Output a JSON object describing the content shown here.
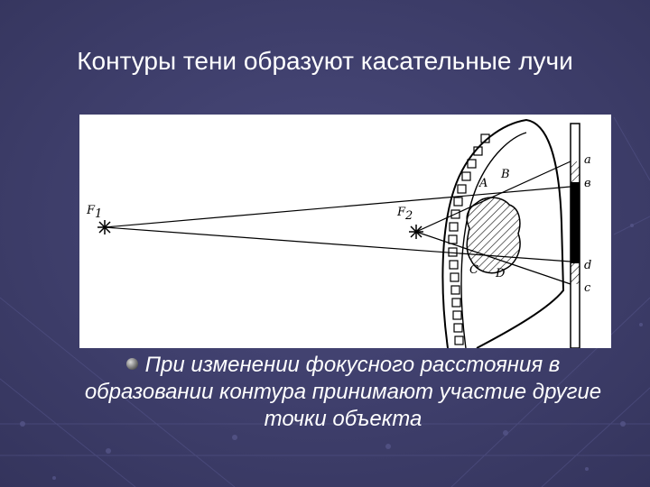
{
  "slide": {
    "title": "Контуры тени образуют касательные лучи",
    "bullet": "При изменении фокусного расстояния в образовании контура принимают участие другие точки объекта"
  },
  "figure": {
    "labels": {
      "f1": "F",
      "f1_sub": "1",
      "f2": "F",
      "f2_sub": "2",
      "a_upper": "A",
      "b_upper": "B",
      "c_upper": "C",
      "d_upper": "D",
      "a_lower": "a",
      "b_lower": "в",
      "d_lower": "d",
      "c_lower": "c"
    }
  }
}
